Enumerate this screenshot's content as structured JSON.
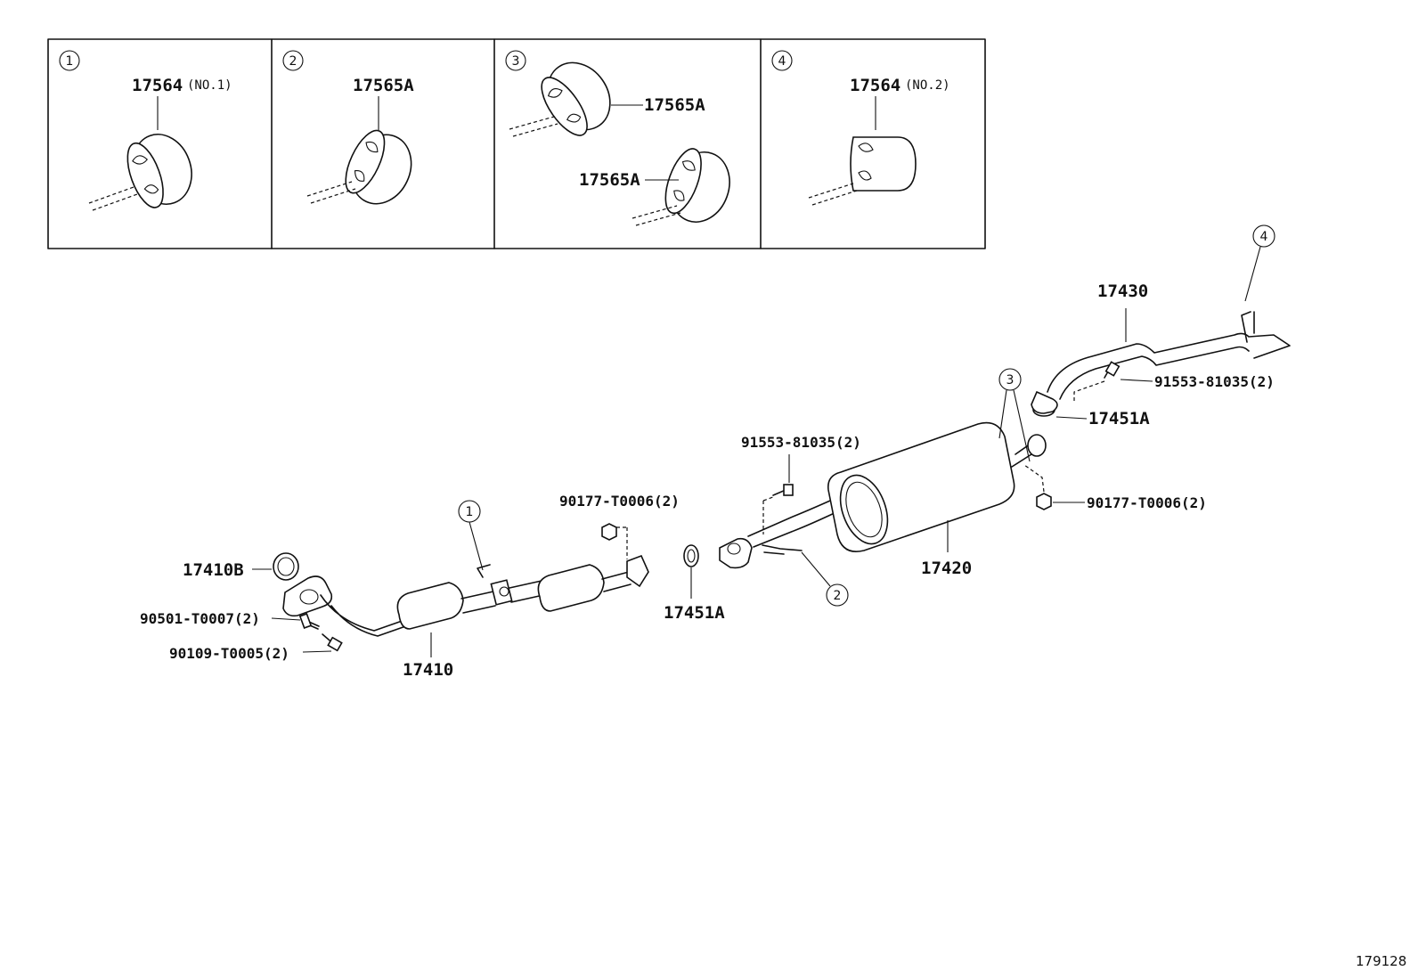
{
  "inset_panels": [
    {
      "index": "1",
      "label": "17564",
      "suffix": "(NO.1)"
    },
    {
      "index": "2",
      "label": "17565A",
      "suffix": ""
    },
    {
      "index": "3",
      "label_top": "17565A",
      "label_bottom": "17565A"
    },
    {
      "index": "4",
      "label": "17564",
      "suffix": "(NO.2)"
    }
  ],
  "parts": {
    "p17410B": "17410B",
    "p90501": "90501-T0007(2)",
    "p90109": "90109-T0005(2)",
    "p17410": "17410",
    "p90177_left": "90177-T0006(2)",
    "p17451A_left": "17451A",
    "p91553_mid": "91553-81035(2)",
    "p17420": "17420",
    "p90177_right": "90177-T0006(2)",
    "p17451A_right": "17451A",
    "p91553_right": "91553-81035(2)",
    "p17430": "17430"
  },
  "callouts": {
    "c1": "1",
    "c2": "2",
    "c3": "3",
    "c4": "4"
  },
  "figure_id": "179128"
}
